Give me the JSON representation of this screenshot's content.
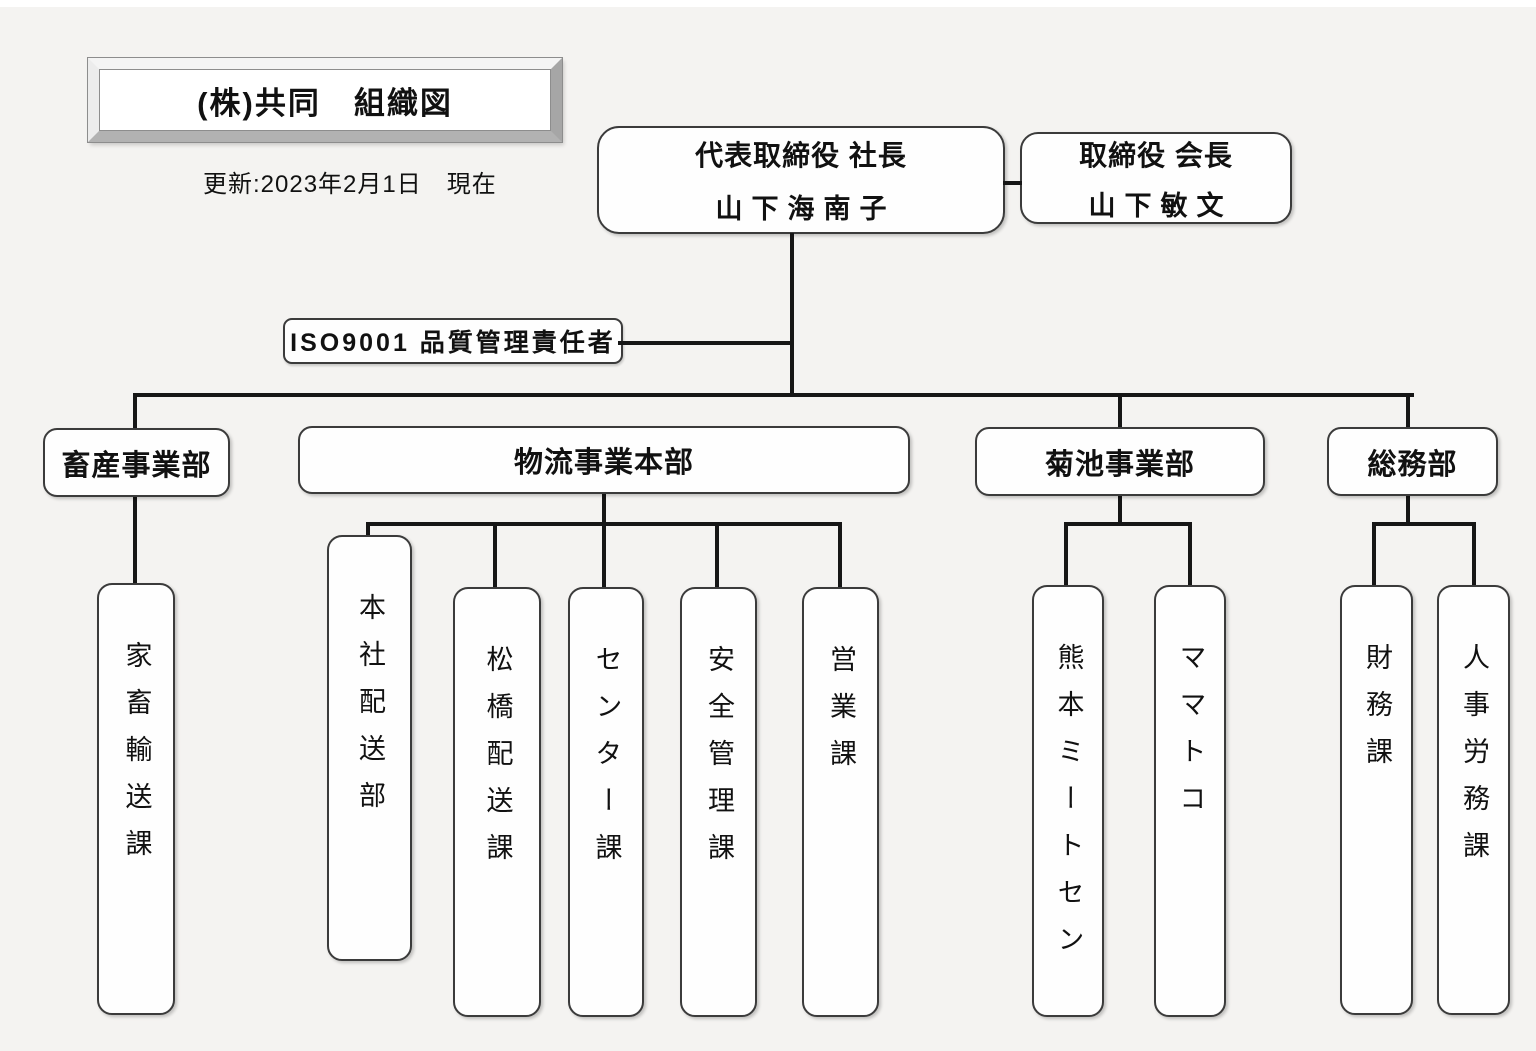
{
  "colors": {
    "background": "#f4f3f1",
    "line": "#161616",
    "box_border": "#3b3b3b",
    "box_fill": "#fefefe"
  },
  "title_box": {
    "text": "(株)共同　組織図"
  },
  "update_note": "更新:2023年2月1日　現在",
  "executives": {
    "president": {
      "title": "代表取締役 社長",
      "name": "山下海南子"
    },
    "chairman": {
      "title": "取締役 会長",
      "name": "山下敏文"
    }
  },
  "iso_label": "ISO9001 品質管理責任者",
  "divisions": [
    {
      "label": "畜産事業部",
      "children": [
        "家畜輸送課"
      ]
    },
    {
      "label": "物流事業本部",
      "children": [
        "本社配送部",
        "松橋配送課",
        "センター課",
        "安全管理課",
        "営業課"
      ]
    },
    {
      "label": "菊池事業部",
      "children": [
        "熊本ミートセン",
        "ママトコ"
      ]
    },
    {
      "label": "総務部",
      "children": [
        "財務課",
        "人事労務課"
      ]
    }
  ]
}
